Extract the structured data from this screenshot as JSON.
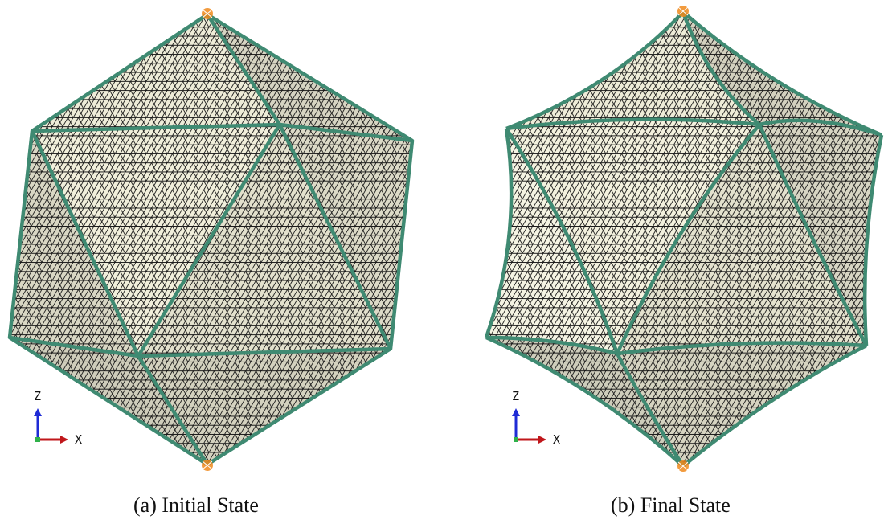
{
  "figures": [
    {
      "id": "a",
      "caption": "(a) Initial State",
      "state": "undeformed"
    },
    {
      "id": "b",
      "caption": "(b) Final State",
      "state": "deformed"
    }
  ],
  "axis_triad": {
    "vertical_label": "Z",
    "horizontal_label": "X"
  },
  "colors": {
    "face_fill": "#eeecd8",
    "mesh_lines": "#1a1a1a",
    "edge_beams": "#3f8a72",
    "boundary_marker": "#f08a1c",
    "triad_z": "#1f2bd6",
    "triad_x": "#c0171b",
    "triad_origin": "#2fb14a"
  }
}
